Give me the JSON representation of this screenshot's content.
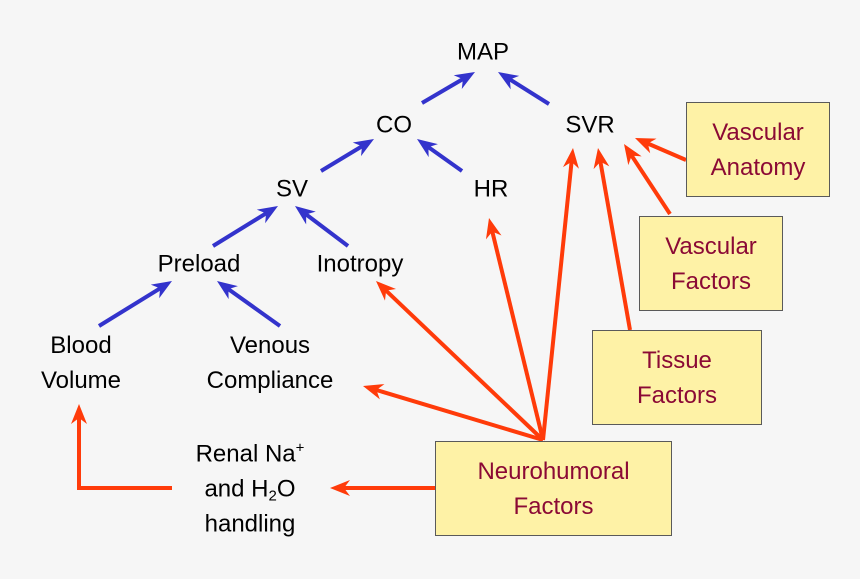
{
  "colors": {
    "background": "#f6f6f6",
    "blue_arrow": "#3333cc",
    "red_arrow": "#ff3b0a",
    "box_fill": "#fef2a6",
    "box_text": "#8b0a35",
    "node_text": "#000000"
  },
  "nodes": {
    "map": "MAP",
    "co": "CO",
    "svr": "SVR",
    "sv": "SV",
    "hr": "HR",
    "preload": "Preload",
    "inotropy": "Inotropy",
    "blood_volume": [
      "Blood",
      "Volume"
    ],
    "venous_compliance": [
      "Venous",
      "Compliance"
    ],
    "renal": {
      "line1": "Renal Na",
      "line1_sup": "+",
      "line2_pre": "and H",
      "line2_sub": "2",
      "line2_post": "O",
      "line3": "handling"
    }
  },
  "boxes": {
    "vascular_anatomy": [
      "Vascular",
      "Anatomy"
    ],
    "vascular_factors": [
      "Vascular",
      "Factors"
    ],
    "tissue_factors": [
      "Tissue",
      "Factors"
    ],
    "neurohumoral_factors": [
      "Neurohumoral",
      "Factors"
    ]
  },
  "edges": [
    {
      "from": "CO",
      "to": "MAP",
      "type": "blue"
    },
    {
      "from": "SVR",
      "to": "MAP",
      "type": "blue"
    },
    {
      "from": "SV",
      "to": "CO",
      "type": "blue"
    },
    {
      "from": "HR",
      "to": "CO",
      "type": "blue"
    },
    {
      "from": "Preload",
      "to": "SV",
      "type": "blue"
    },
    {
      "from": "Inotropy",
      "to": "SV",
      "type": "blue"
    },
    {
      "from": "Blood Volume",
      "to": "Preload",
      "type": "blue"
    },
    {
      "from": "Venous Compliance",
      "to": "Preload",
      "type": "blue"
    },
    {
      "from": "Vascular Anatomy",
      "to": "SVR",
      "type": "red"
    },
    {
      "from": "Vascular Factors",
      "to": "SVR",
      "type": "red"
    },
    {
      "from": "Tissue Factors",
      "to": "SVR",
      "type": "red"
    },
    {
      "from": "Neurohumoral Factors",
      "to": "SVR",
      "type": "red"
    },
    {
      "from": "Neurohumoral Factors",
      "to": "HR",
      "type": "red"
    },
    {
      "from": "Neurohumoral Factors",
      "to": "Inotropy",
      "type": "red"
    },
    {
      "from": "Neurohumoral Factors",
      "to": "Venous Compliance",
      "type": "red"
    },
    {
      "from": "Neurohumoral Factors",
      "to": "Renal Na+ and H2O handling",
      "type": "red"
    },
    {
      "from": "Renal Na+ and H2O handling",
      "to": "Blood Volume",
      "type": "red"
    }
  ]
}
